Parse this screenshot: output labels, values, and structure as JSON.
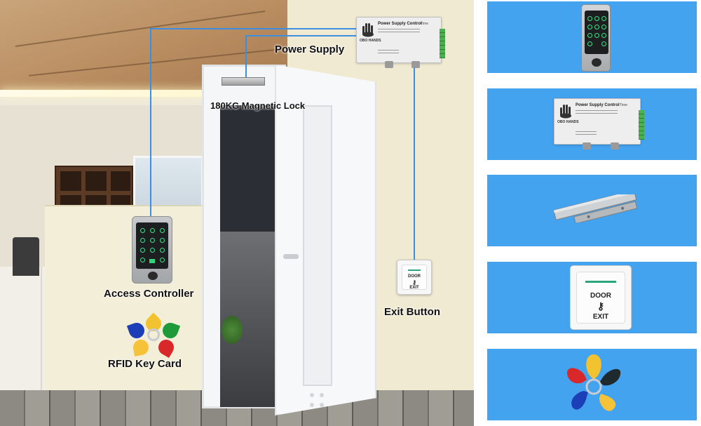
{
  "labels": {
    "power_supply": "Power Supply",
    "magnetic_lock": "180KG Magnetic Lock",
    "access_controller": "Access Controller",
    "exit_button": "Exit Button",
    "rfid_key_card": "RFID Key Card"
  },
  "power_supply_device": {
    "title": "Power Supply Control",
    "brand": "OBO HANDS",
    "time_label": "Time"
  },
  "exit_button_device": {
    "top_text": "DOOR",
    "bottom_text": "EXIT",
    "key_glyph": "⚷"
  },
  "colors": {
    "panel_blue": "#44a3ef",
    "wire_blue": "#3d8ee0",
    "keypad_green": "#3fe08b",
    "exit_accent": "#2aa67a"
  },
  "fob_colors": [
    "#f2c230",
    "#1f9a3a",
    "#1c3fb8",
    "#d8282a",
    "#f5c238"
  ]
}
